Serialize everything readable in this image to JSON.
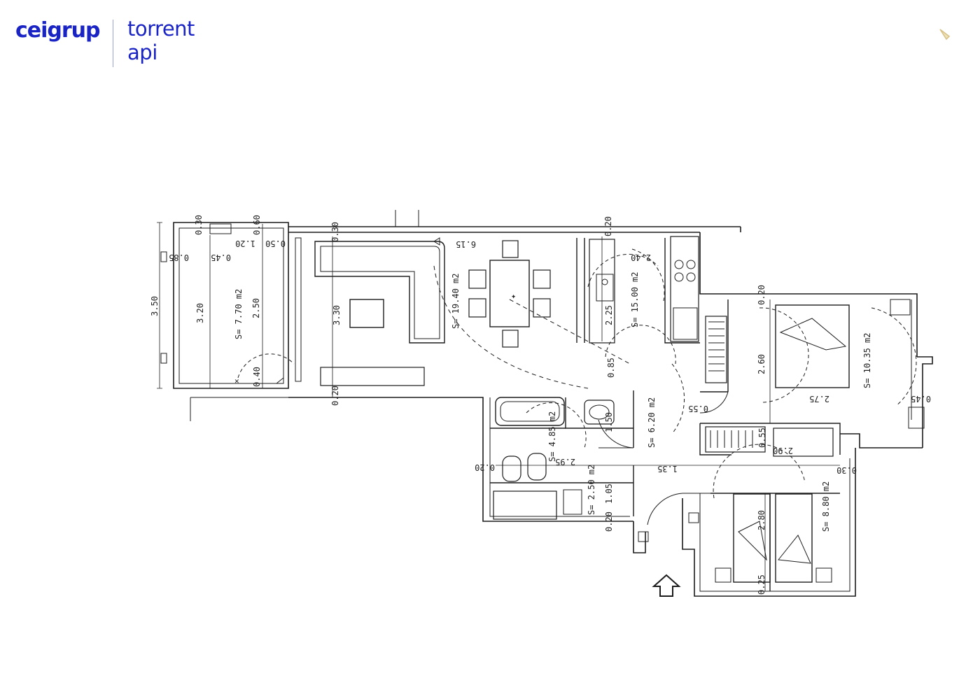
{
  "brand": {
    "primary": "ceigrup",
    "secondary_line1": "torrent",
    "secondary_line2": "api",
    "color": "#1a24c4"
  },
  "plan_labels": {
    "terrace_height": "3.50",
    "terrace_inner_height": "3.20",
    "terrace_depth": "2.50",
    "terrace_area": "S= 7.70 m2",
    "terrace_w1": "0.85",
    "terrace_w2": "0.45",
    "terrace_w3": "1.20",
    "terrace_w4": "0.50",
    "terrace_top1": "0.30",
    "terrace_top2": "0.60",
    "terrace_bottom": "0.40",
    "living_top": "0.30",
    "living_height": "3.30",
    "living_width": "6.15",
    "living_area": "S= 19.40 m2",
    "living_bottom": "0.20",
    "kitchen_top": "0.20",
    "kitchen_width": "2.40",
    "kitchen_depth": "2.25",
    "kitchen_area": "S= 15.00 m2",
    "kitchen_bottom": "0.85",
    "bed1_top": "0.20",
    "bed1_depth": "2.60",
    "bed1_area": "S= 10.35 m2",
    "bed1_width": "2.75",
    "bed1_side": "0.45",
    "hall_area": "S= 6.20 m2",
    "hall_width": "1.35",
    "hall_closet": "0.55",
    "hall_closet2": "0.55",
    "bath1_area": "S= 4.85 m2",
    "bath1_width": "2.95",
    "bath1_side": "0.20",
    "bath1_gap": "1.50",
    "wc_area": "S= 2.50 m2",
    "wc_depth": "1.05",
    "wc_bottom": "0.20",
    "bed2_closet": "2.90",
    "bed2_side": "0.30",
    "bed2_depth": "2.80",
    "bed2_area": "S= 8.80 m2",
    "bed2_bottom": "0.25"
  }
}
